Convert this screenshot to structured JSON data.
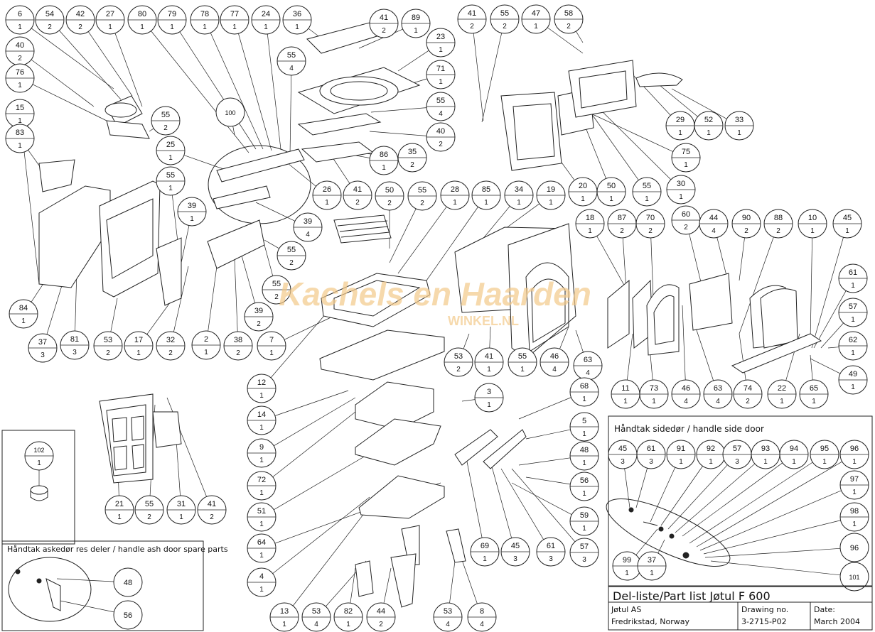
{
  "callouts": [
    [
      "6",
      "1"
    ],
    [
      "54",
      "2"
    ],
    [
      "42",
      "2"
    ],
    [
      "27",
      "1"
    ],
    [
      "80",
      "1"
    ],
    [
      "79",
      "1"
    ],
    [
      "78",
      "1"
    ],
    [
      "77",
      "1"
    ],
    [
      "24",
      "1"
    ],
    [
      "36",
      "1"
    ],
    [
      "41",
      "2"
    ],
    [
      "89",
      "1"
    ],
    [
      "41",
      "2"
    ],
    [
      "55",
      "2"
    ],
    [
      "47",
      "1"
    ],
    [
      "58",
      "2"
    ],
    [
      "40",
      "2"
    ],
    [
      "76",
      "1"
    ],
    [
      "15",
      "1"
    ],
    [
      "83",
      "1"
    ],
    [
      "55",
      "2"
    ],
    [
      "100",
      ""
    ],
    [
      "25",
      "1"
    ],
    [
      "55",
      "4"
    ],
    [
      "23",
      "1"
    ],
    [
      "71",
      "1"
    ],
    [
      "55",
      "4"
    ],
    [
      "40",
      "2"
    ],
    [
      "35",
      "2"
    ],
    [
      "86",
      "1"
    ],
    [
      "26",
      "1"
    ],
    [
      "41",
      "2"
    ],
    [
      "29",
      "1"
    ],
    [
      "52",
      "1"
    ],
    [
      "33",
      "1"
    ],
    [
      "75",
      "1"
    ],
    [
      "20",
      "1"
    ],
    [
      "50",
      "1"
    ],
    [
      "55",
      "1"
    ],
    [
      "30",
      "1"
    ],
    [
      "55",
      "1"
    ],
    [
      "39",
      "1"
    ],
    [
      "39",
      "4"
    ],
    [
      "55",
      "2"
    ],
    [
      "55",
      "2"
    ],
    [
      "39",
      "2"
    ],
    [
      "50",
      "2"
    ],
    [
      "55",
      "2"
    ],
    [
      "28",
      "1"
    ],
    [
      "85",
      "1"
    ],
    [
      "34",
      "1"
    ],
    [
      "19",
      "1"
    ],
    [
      "18",
      "1"
    ],
    [
      "87",
      "2"
    ],
    [
      "70",
      "2"
    ],
    [
      "60",
      "2"
    ],
    [
      "44",
      "4"
    ],
    [
      "90",
      "2"
    ],
    [
      "88",
      "2"
    ],
    [
      "10",
      "1"
    ],
    [
      "45",
      "1"
    ],
    [
      "61",
      "1"
    ],
    [
      "57",
      "1"
    ],
    [
      "62",
      "1"
    ],
    [
      "49",
      "1"
    ],
    [
      "84",
      "1"
    ],
    [
      "37",
      "3"
    ],
    [
      "81",
      "3"
    ],
    [
      "53",
      "2"
    ],
    [
      "17",
      "1"
    ],
    [
      "32",
      "2"
    ],
    [
      "2",
      "1"
    ],
    [
      "38",
      "2"
    ],
    [
      "7",
      "1"
    ],
    [
      "12",
      "1"
    ],
    [
      "53",
      "2"
    ],
    [
      "41",
      "1"
    ],
    [
      "55",
      "1"
    ],
    [
      "46",
      "4"
    ],
    [
      "63",
      "4"
    ],
    [
      "11",
      "1"
    ],
    [
      "73",
      "1"
    ],
    [
      "46",
      "4"
    ],
    [
      "63",
      "4"
    ],
    [
      "74",
      "2"
    ],
    [
      "22",
      "1"
    ],
    [
      "65",
      "1"
    ],
    [
      "14",
      "1"
    ],
    [
      "3",
      "1"
    ],
    [
      "68",
      "1"
    ],
    [
      "9",
      "1"
    ],
    [
      "5",
      "1"
    ],
    [
      "72",
      "1"
    ],
    [
      "48",
      "1"
    ],
    [
      "56",
      "1"
    ],
    [
      "51",
      "1"
    ],
    [
      "59",
      "1"
    ],
    [
      "64",
      "1"
    ],
    [
      "4",
      "1"
    ],
    [
      "69",
      "1"
    ],
    [
      "45",
      "3"
    ],
    [
      "61",
      "3"
    ],
    [
      "57",
      "3"
    ],
    [
      "21",
      "1"
    ],
    [
      "55",
      "2"
    ],
    [
      "31",
      "1"
    ],
    [
      "41",
      "2"
    ],
    [
      "102",
      "1"
    ],
    [
      "48",
      ""
    ],
    [
      "56",
      ""
    ],
    [
      "13",
      "1"
    ],
    [
      "53",
      "4"
    ],
    [
      "82",
      "1"
    ],
    [
      "44",
      "2"
    ],
    [
      "53",
      "4"
    ],
    [
      "8",
      "4"
    ],
    [
      "45",
      "3"
    ],
    [
      "61",
      "3"
    ],
    [
      "91",
      "1"
    ],
    [
      "92",
      "1"
    ],
    [
      "57",
      "3"
    ],
    [
      "93",
      "1"
    ],
    [
      "94",
      "1"
    ],
    [
      "95",
      "1"
    ],
    [
      "96",
      "1"
    ],
    [
      "97",
      "1"
    ],
    [
      "98",
      "1"
    ],
    [
      "96",
      ""
    ],
    [
      "101",
      ""
    ],
    [
      "99",
      "1"
    ],
    [
      "37",
      "1"
    ]
  ],
  "side_door_box": {
    "title": "Håndtak sidedør / handle side door"
  },
  "ash_door_box": {
    "title": "Håndtak askedør res deler / handle ash door spare parts"
  },
  "watermark": {
    "line1": "Kachels en Haarden",
    "line2": "WINKEL.NL"
  },
  "title_block": {
    "title": "Del-liste/Part list Jøtul F 600",
    "company": "Jøtul AS",
    "location": "Fredrikstad, Norway",
    "drawing_label": "Drawing no.",
    "drawing_no": "3-2715-P02",
    "date_label": "Date:",
    "date": "March 2004"
  }
}
